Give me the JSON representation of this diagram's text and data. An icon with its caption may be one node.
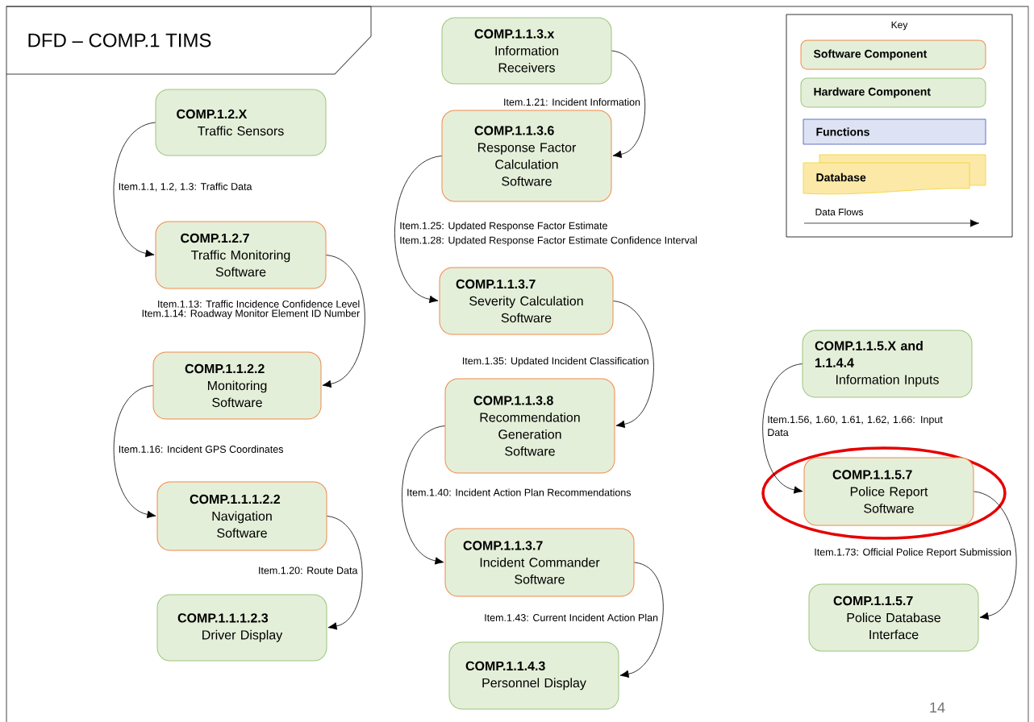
{
  "diagram": {
    "title": "DFD – COMP.1 TIMS",
    "nodes": [
      {
        "text": [
          "COMP.1.2.X",
          "Traffic Sensors"
        ]
      },
      {
        "text": [
          "COMP.1.2.7",
          "Traffic Monitoring Software"
        ]
      },
      {
        "text": [
          "COMP.1.1.2.2",
          "Monitoring Software"
        ]
      },
      {
        "text": [
          "COMP.1.1.1.2.2",
          "Navigation Software"
        ]
      },
      {
        "text": [
          "COMP.1.1.1.2.3",
          "Driver Display"
        ]
      },
      {
        "text": [
          "COMP.1.1.3.x",
          "Information Receivers"
        ]
      },
      {
        "text": [
          "COMP.1.1.3.6",
          "Response Factor Calculation Software"
        ]
      },
      {
        "text": [
          "COMP.1.1.3.7",
          "Severity Calculation Software"
        ]
      },
      {
        "text": [
          "COMP.1.1.3.8",
          "Recommendation Generation Software"
        ]
      },
      {
        "text": [
          "COMP.1.1.3.7",
          "Incident Commander Software"
        ]
      },
      {
        "text": [
          "COMP.1.1.4.3",
          "Personnel Display"
        ]
      },
      {
        "text": [
          "COMP.1.1.5.X and 1.1.4.4",
          "Information Inputs"
        ]
      },
      {
        "text": [
          "COMP.1.1.5.7",
          "Police Report Software"
        ]
      },
      {
        "text": [
          "COMP.1.1.5.7",
          "Police Database Interface"
        ]
      }
    ],
    "edges": [
      {
        "from": 0,
        "to": 1,
        "arrow": "to",
        "label": "Item.1.1, 1.2, 1.3: Traffic Data"
      },
      {
        "from": 1,
        "to": 2,
        "arrow": "to",
        "label": "Item.1.13: Traffic Incidence Confidence Level"
      },
      {
        "from": 2,
        "to": 3,
        "arrow": "to",
        "label": "Item.1.16: Incident GPS Coordinates"
      },
      {
        "from": 3,
        "to": 4,
        "arrow": "to",
        "label": "Item.1.20: Route Data"
      },
      {
        "from": 5,
        "to": 6,
        "arrow": "to",
        "label": "Item.1.21: Incident Information"
      },
      {
        "from": 6,
        "to": 7,
        "arrow": "to",
        "label": "Item.1.25: Updated Response Factor Estimate"
      },
      {
        "from": 7,
        "to": 8,
        "arrow": "to",
        "label": "Item.1.35: Updated Incident Classification"
      },
      {
        "from": 8,
        "to": 9,
        "arrow": "to",
        "label": "Item.1.40: Incident Action Plan Recommendations"
      },
      {
        "from": 9,
        "to": 10,
        "arrow": "to",
        "label": "Item.1.43: Current Incident Action Plan"
      },
      {
        "from": 11,
        "to": 12,
        "arrow": "to",
        "label": "Item.1.56, 1.60, 1.61, 1.62, 1.66: Input Data"
      },
      {
        "from": 12,
        "to": 13,
        "arrow": "to",
        "label": "Item.1.73: Official Police Report Submission"
      }
    ],
    "labels": [
      "Key",
      "Item.1.14: Roadway Monitor Element ID Number",
      "Item.1.28: Updated Response Factor Estimate Confidence Interval",
      "14"
    ],
    "legend": [
      {
        "text": "Software Component"
      },
      {
        "text": "Hardware Component"
      },
      {
        "text": "Functions"
      },
      {
        "text": "Database"
      },
      {
        "text": "Data Flows"
      }
    ]
  }
}
